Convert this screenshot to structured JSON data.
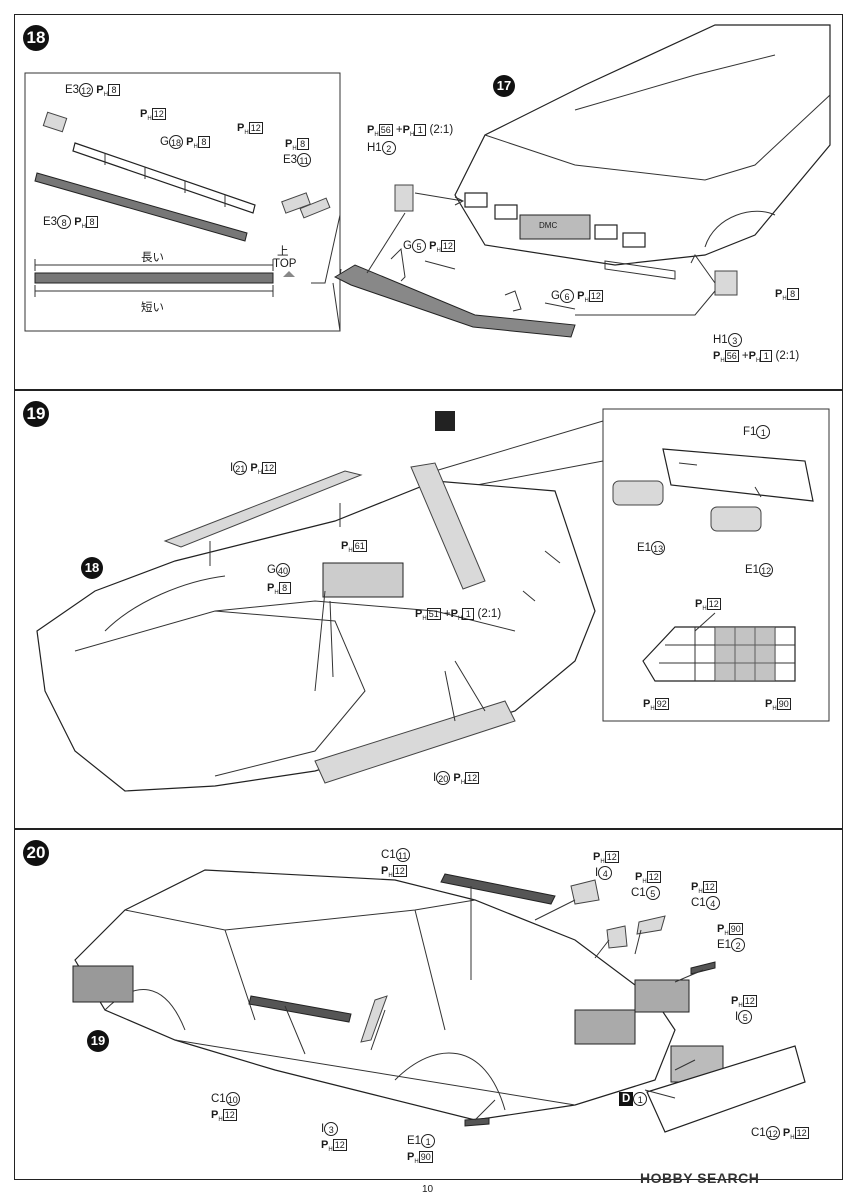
{
  "steps": {
    "s18": "18",
    "s17": "17",
    "s19": "19",
    "s20": "20",
    "ref18": "18",
    "ref19": "19"
  },
  "paint": {
    "prefix": "P",
    "sub": "H"
  },
  "step18": {
    "e3_12": {
      "part": "E3",
      "num": "12",
      "paint": "8"
    },
    "p12_a": "12",
    "g18": {
      "part": "G",
      "num": "18",
      "paint": "8"
    },
    "p12_b": "12",
    "p8_c": "8",
    "e3_11": {
      "part": "E3",
      "num": "11"
    },
    "e3_8": {
      "part": "E3",
      "num": "8",
      "paint": "8"
    },
    "long_label": "長い",
    "short_label": "短い",
    "top_kanji": "上",
    "top_label": "TOP",
    "h1_2_mix": {
      "a": "56",
      "b": "1",
      "ratio": "(2:1)"
    },
    "h1_2": {
      "part": "H1",
      "num": "2"
    },
    "g5": {
      "part": "G",
      "num": "5",
      "paint": "12"
    },
    "g6": {
      "part": "G",
      "num": "6",
      "paint": "12"
    },
    "p8_h1_3": "8",
    "h1_3": {
      "part": "H1",
      "num": "3"
    },
    "h1_3_mix": {
      "a": "56",
      "b": "1",
      "ratio": "(2:1)"
    },
    "dmc": "DMC"
  },
  "step19": {
    "i21": {
      "part": "I",
      "num": "21",
      "paint": "12"
    },
    "p61": "61",
    "g40": {
      "part": "G",
      "num": "40",
      "paint": "8"
    },
    "mix": {
      "a": "51",
      "b": "1",
      "ratio": "(2:1)"
    },
    "i20": {
      "part": "I",
      "num": "20",
      "paint": "12"
    },
    "f1_1": {
      "part": "F1",
      "num": "1"
    },
    "e1_13": {
      "part": "E1",
      "num": "13"
    },
    "e1_12": {
      "part": "E1",
      "num": "12"
    },
    "inset_p12": "12",
    "inset_p92": "92",
    "inset_p90": "90"
  },
  "step20": {
    "c1_11": {
      "part": "C1",
      "num": "11",
      "paint": "12"
    },
    "i4": {
      "part": "I",
      "num": "4",
      "paint": "12"
    },
    "c1_5": {
      "part": "C1",
      "num": "5",
      "paint": "12"
    },
    "c1_4": {
      "part": "C1",
      "num": "4",
      "paint": "12"
    },
    "e1_2": {
      "part": "E1",
      "num": "2",
      "paint": "90"
    },
    "i5": {
      "part": "I",
      "num": "5",
      "paint": "12"
    },
    "d1": {
      "part": "D",
      "num": "1"
    },
    "c1_12": {
      "part": "C1",
      "num": "12",
      "paint": "12"
    },
    "c1_10": {
      "part": "C1",
      "num": "10",
      "paint": "12"
    },
    "i3": {
      "part": "I",
      "num": "3",
      "paint": "12"
    },
    "e1_1": {
      "part": "E1",
      "num": "1",
      "paint": "90"
    }
  },
  "footer": {
    "page": "10",
    "watermark": "HOBBY SEARCH"
  }
}
